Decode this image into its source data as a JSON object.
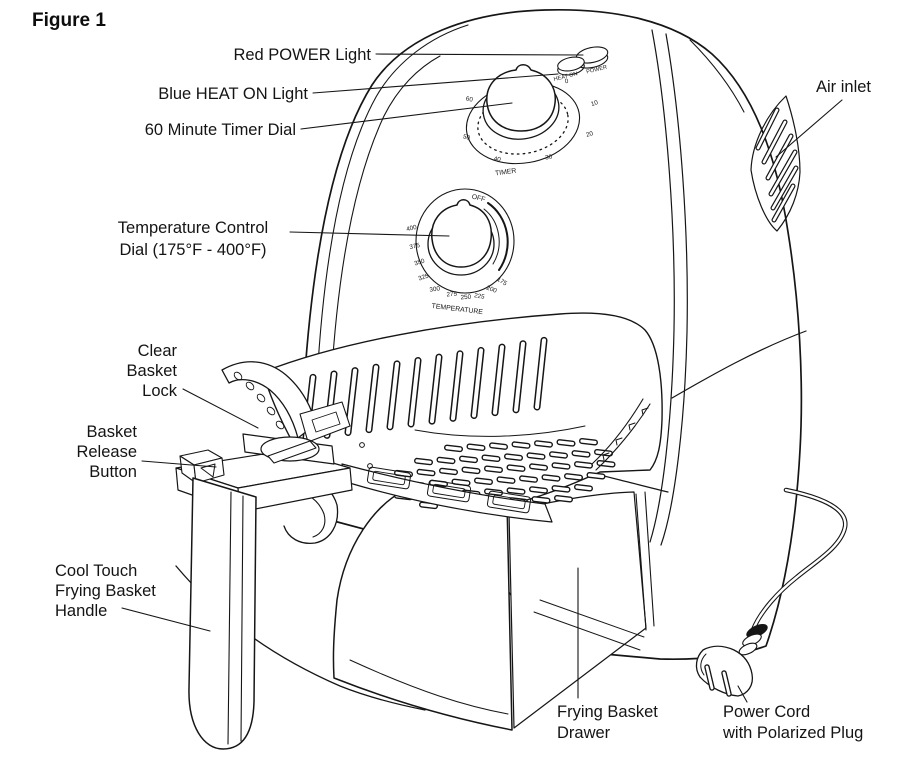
{
  "figure_label": "Figure 1",
  "callouts": {
    "red_power": {
      "lines": [
        "Red POWER Light"
      ]
    },
    "blue_heat": {
      "lines": [
        "Blue HEAT ON Light"
      ]
    },
    "timer": {
      "lines": [
        "60 Minute Timer Dial"
      ]
    },
    "air_inlet": {
      "lines": [
        "Air inlet"
      ]
    },
    "temp": {
      "lines": [
        "Temperature Control",
        "Dial (175°F - 400°F)"
      ]
    },
    "lock": {
      "lines": [
        "Clear",
        "Basket",
        "Lock"
      ]
    },
    "release": {
      "lines": [
        "Basket",
        "Release",
        "Button"
      ]
    },
    "handle": {
      "lines": [
        "Cool Touch",
        "Frying Basket",
        "Handle"
      ]
    },
    "drawer": {
      "lines": [
        "Frying Basket",
        "Drawer"
      ]
    },
    "cord": {
      "lines": [
        "Power Cord",
        "with Polarized Plug"
      ]
    }
  },
  "panel_markings": {
    "timer": {
      "label": "TIMER",
      "ticks": [
        "0",
        "10",
        "20",
        "30",
        "40",
        "50",
        "60"
      ]
    },
    "temperature": {
      "label": "TEMPERATURE",
      "off": "OFF",
      "ticks": [
        "400",
        "375",
        "350",
        "325",
        "300",
        "275",
        "250",
        "225",
        "200",
        "175"
      ]
    },
    "lights": {
      "power": "POWER",
      "heat_on": "HEAT ON"
    }
  },
  "colors": {
    "line": "#161616",
    "background": "#ffffff"
  }
}
